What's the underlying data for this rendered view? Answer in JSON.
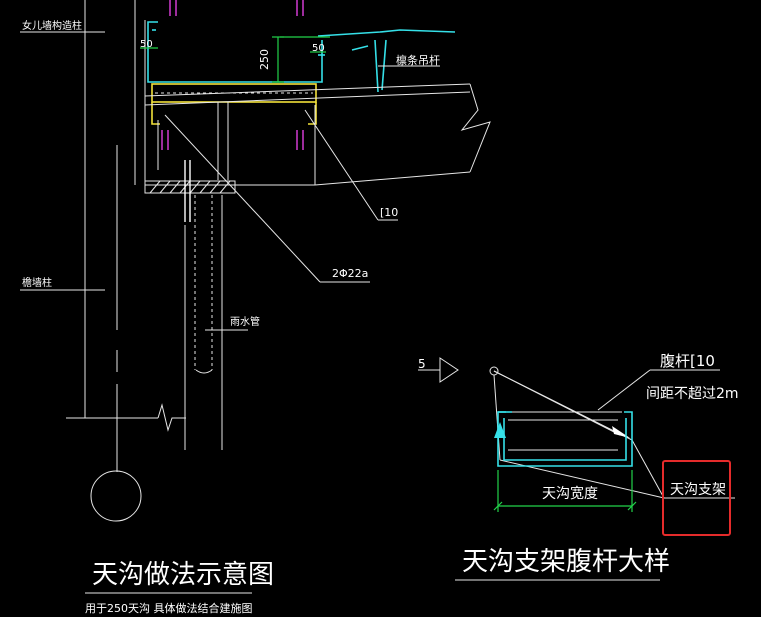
{
  "labels": {
    "parapet_column": "女儿墙构造柱",
    "gutter_hanger": "檩条吊杆",
    "angle_size_left": "50",
    "gutter_depth": "250",
    "angle_size_right": "50",
    "channel_10": "[10",
    "bolt_spec": "2Φ22a",
    "eave_column": "檐墙柱",
    "rainwater_pipe": "雨水管",
    "dim_5": "5",
    "web_member": "腹杆[10",
    "spacing_note": "间距不超过2m",
    "gutter_width": "天沟宽度",
    "gutter_support": "天沟支架"
  },
  "titles": {
    "left_title": "天沟做法示意图",
    "left_note": "用于250天沟 具体做法结合建施图",
    "right_title": "天沟支架腹杆大样"
  },
  "colors": {
    "line": "#e6e6e6",
    "cyan": "#35e0e8",
    "yellow": "#f2e23a",
    "green": "#22d24a",
    "magenta": "#e040e0",
    "highlight": "#e52b2b"
  }
}
